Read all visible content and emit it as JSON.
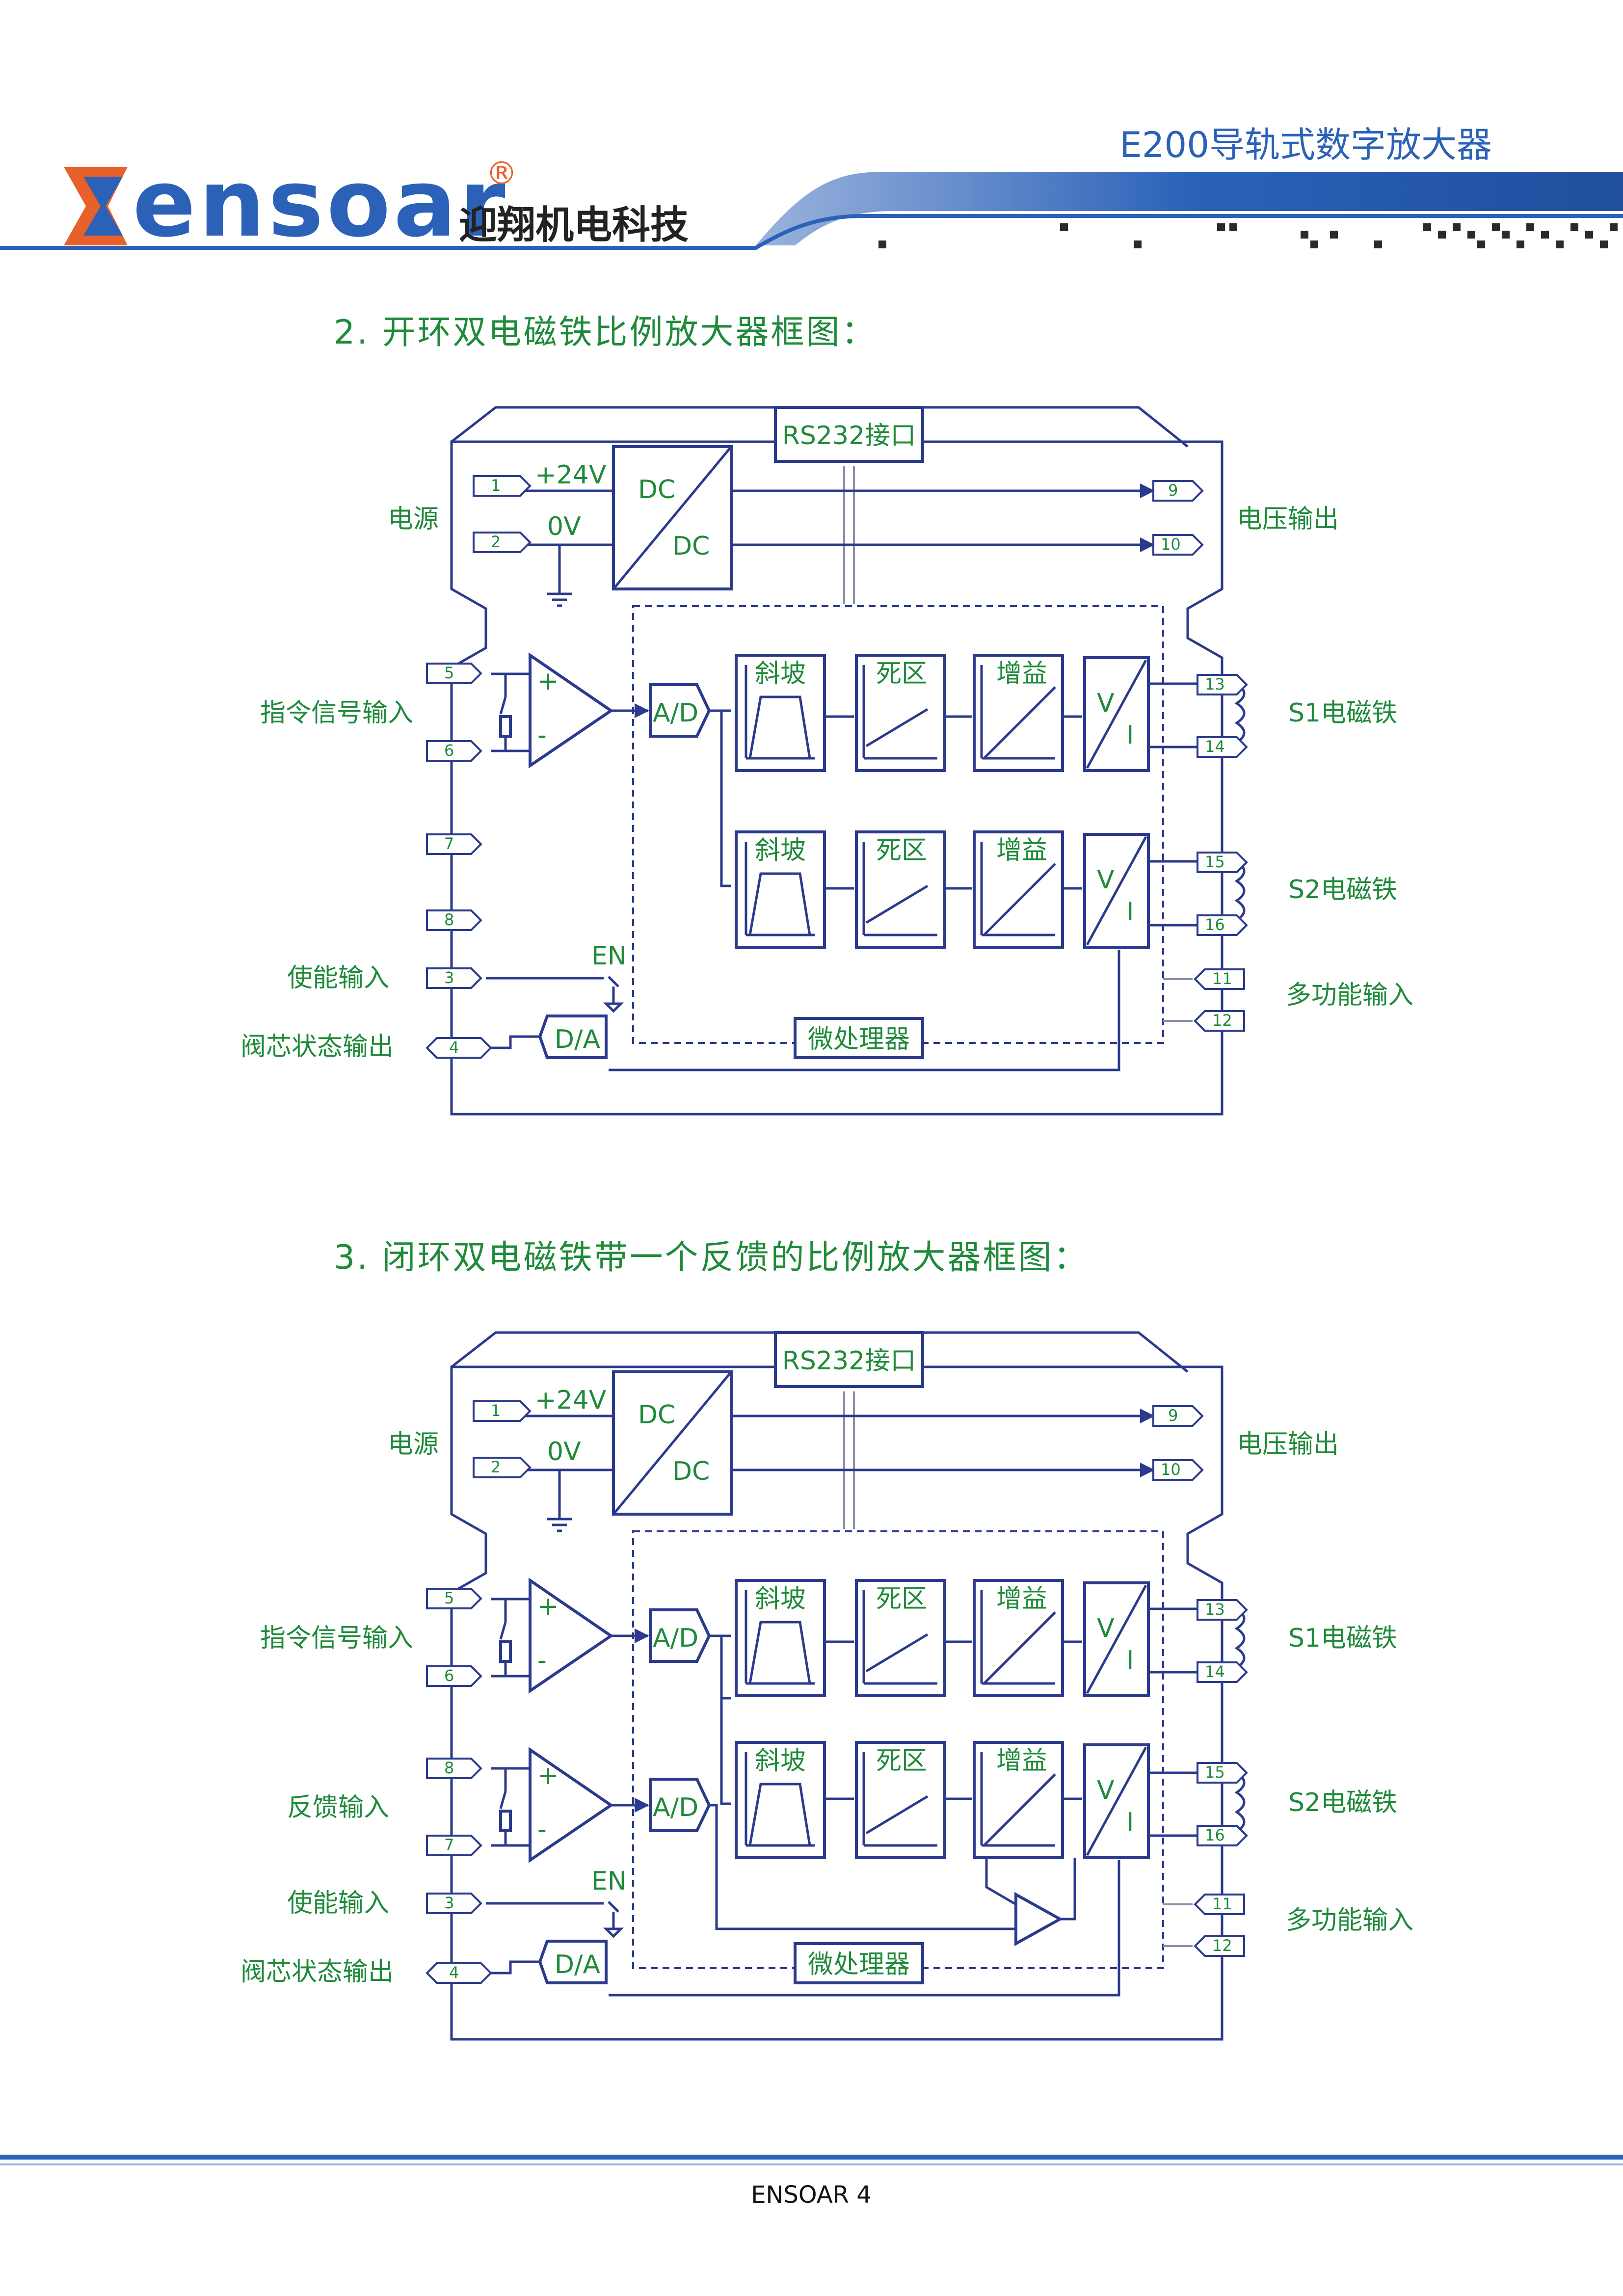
{
  "header": {
    "logo_text": "ensoar",
    "registered_mark": "®",
    "company_name": "迎翔机电科技",
    "product_title": "E200导轨式数字放大器"
  },
  "colors": {
    "accent_blue": "#2b62b8",
    "diagram_line": "#2b3a8c",
    "text_green": "#1f8a3a",
    "logo_orange": "#e8602a"
  },
  "section2": {
    "title": "2. 开环双电磁铁比例放大器框图：",
    "rs232": "RS232接口",
    "plus24v": "+24V",
    "zero_v": "0V",
    "dc_top": "DC",
    "dc_bottom": "DC",
    "power_label": "电源",
    "voltage_out_label": "电压输出",
    "command_input_label": "指令信号输入",
    "enable_label": "使能输入",
    "valve_status_label": "阀芯状态输出",
    "s1_label": "S1电磁铁",
    "s2_label": "S2电磁铁",
    "multi_input_label": "多功能输入",
    "ad": "A/D",
    "da": "D/A",
    "en": "EN",
    "ramp": "斜坡",
    "deadband": "死区",
    "gain": "增益",
    "v": "V",
    "i": "I",
    "plus": "+",
    "minus": "-",
    "mcu": "微处理器",
    "terminals": [
      "1",
      "2",
      "5",
      "6",
      "7",
      "8",
      "3",
      "4",
      "9",
      "10",
      "13",
      "14",
      "15",
      "16",
      "11",
      "12"
    ]
  },
  "section3": {
    "title": "3. 闭环双电磁铁带一个反馈的比例放大器框图：",
    "rs232": "RS232接口",
    "plus24v": "+24V",
    "zero_v": "0V",
    "dc_top": "DC",
    "dc_bottom": "DC",
    "power_label": "电源",
    "voltage_out_label": "电压输出",
    "command_input_label": "指令信号输入",
    "feedback_input_label": "反馈输入",
    "enable_label": "使能输入",
    "valve_status_label": "阀芯状态输出",
    "s1_label": "S1电磁铁",
    "s2_label": "S2电磁铁",
    "multi_input_label": "多功能输入",
    "ad": "A/D",
    "da": "D/A",
    "en": "EN",
    "ramp": "斜坡",
    "deadband": "死区",
    "gain": "增益",
    "v": "V",
    "i": "I",
    "plus": "+",
    "minus": "-",
    "mcu": "微处理器",
    "terminals": [
      "1",
      "2",
      "5",
      "6",
      "8",
      "7",
      "3",
      "4",
      "9",
      "10",
      "13",
      "14",
      "15",
      "16",
      "11",
      "12"
    ]
  },
  "footer": {
    "text": "ENSOAR  4"
  }
}
